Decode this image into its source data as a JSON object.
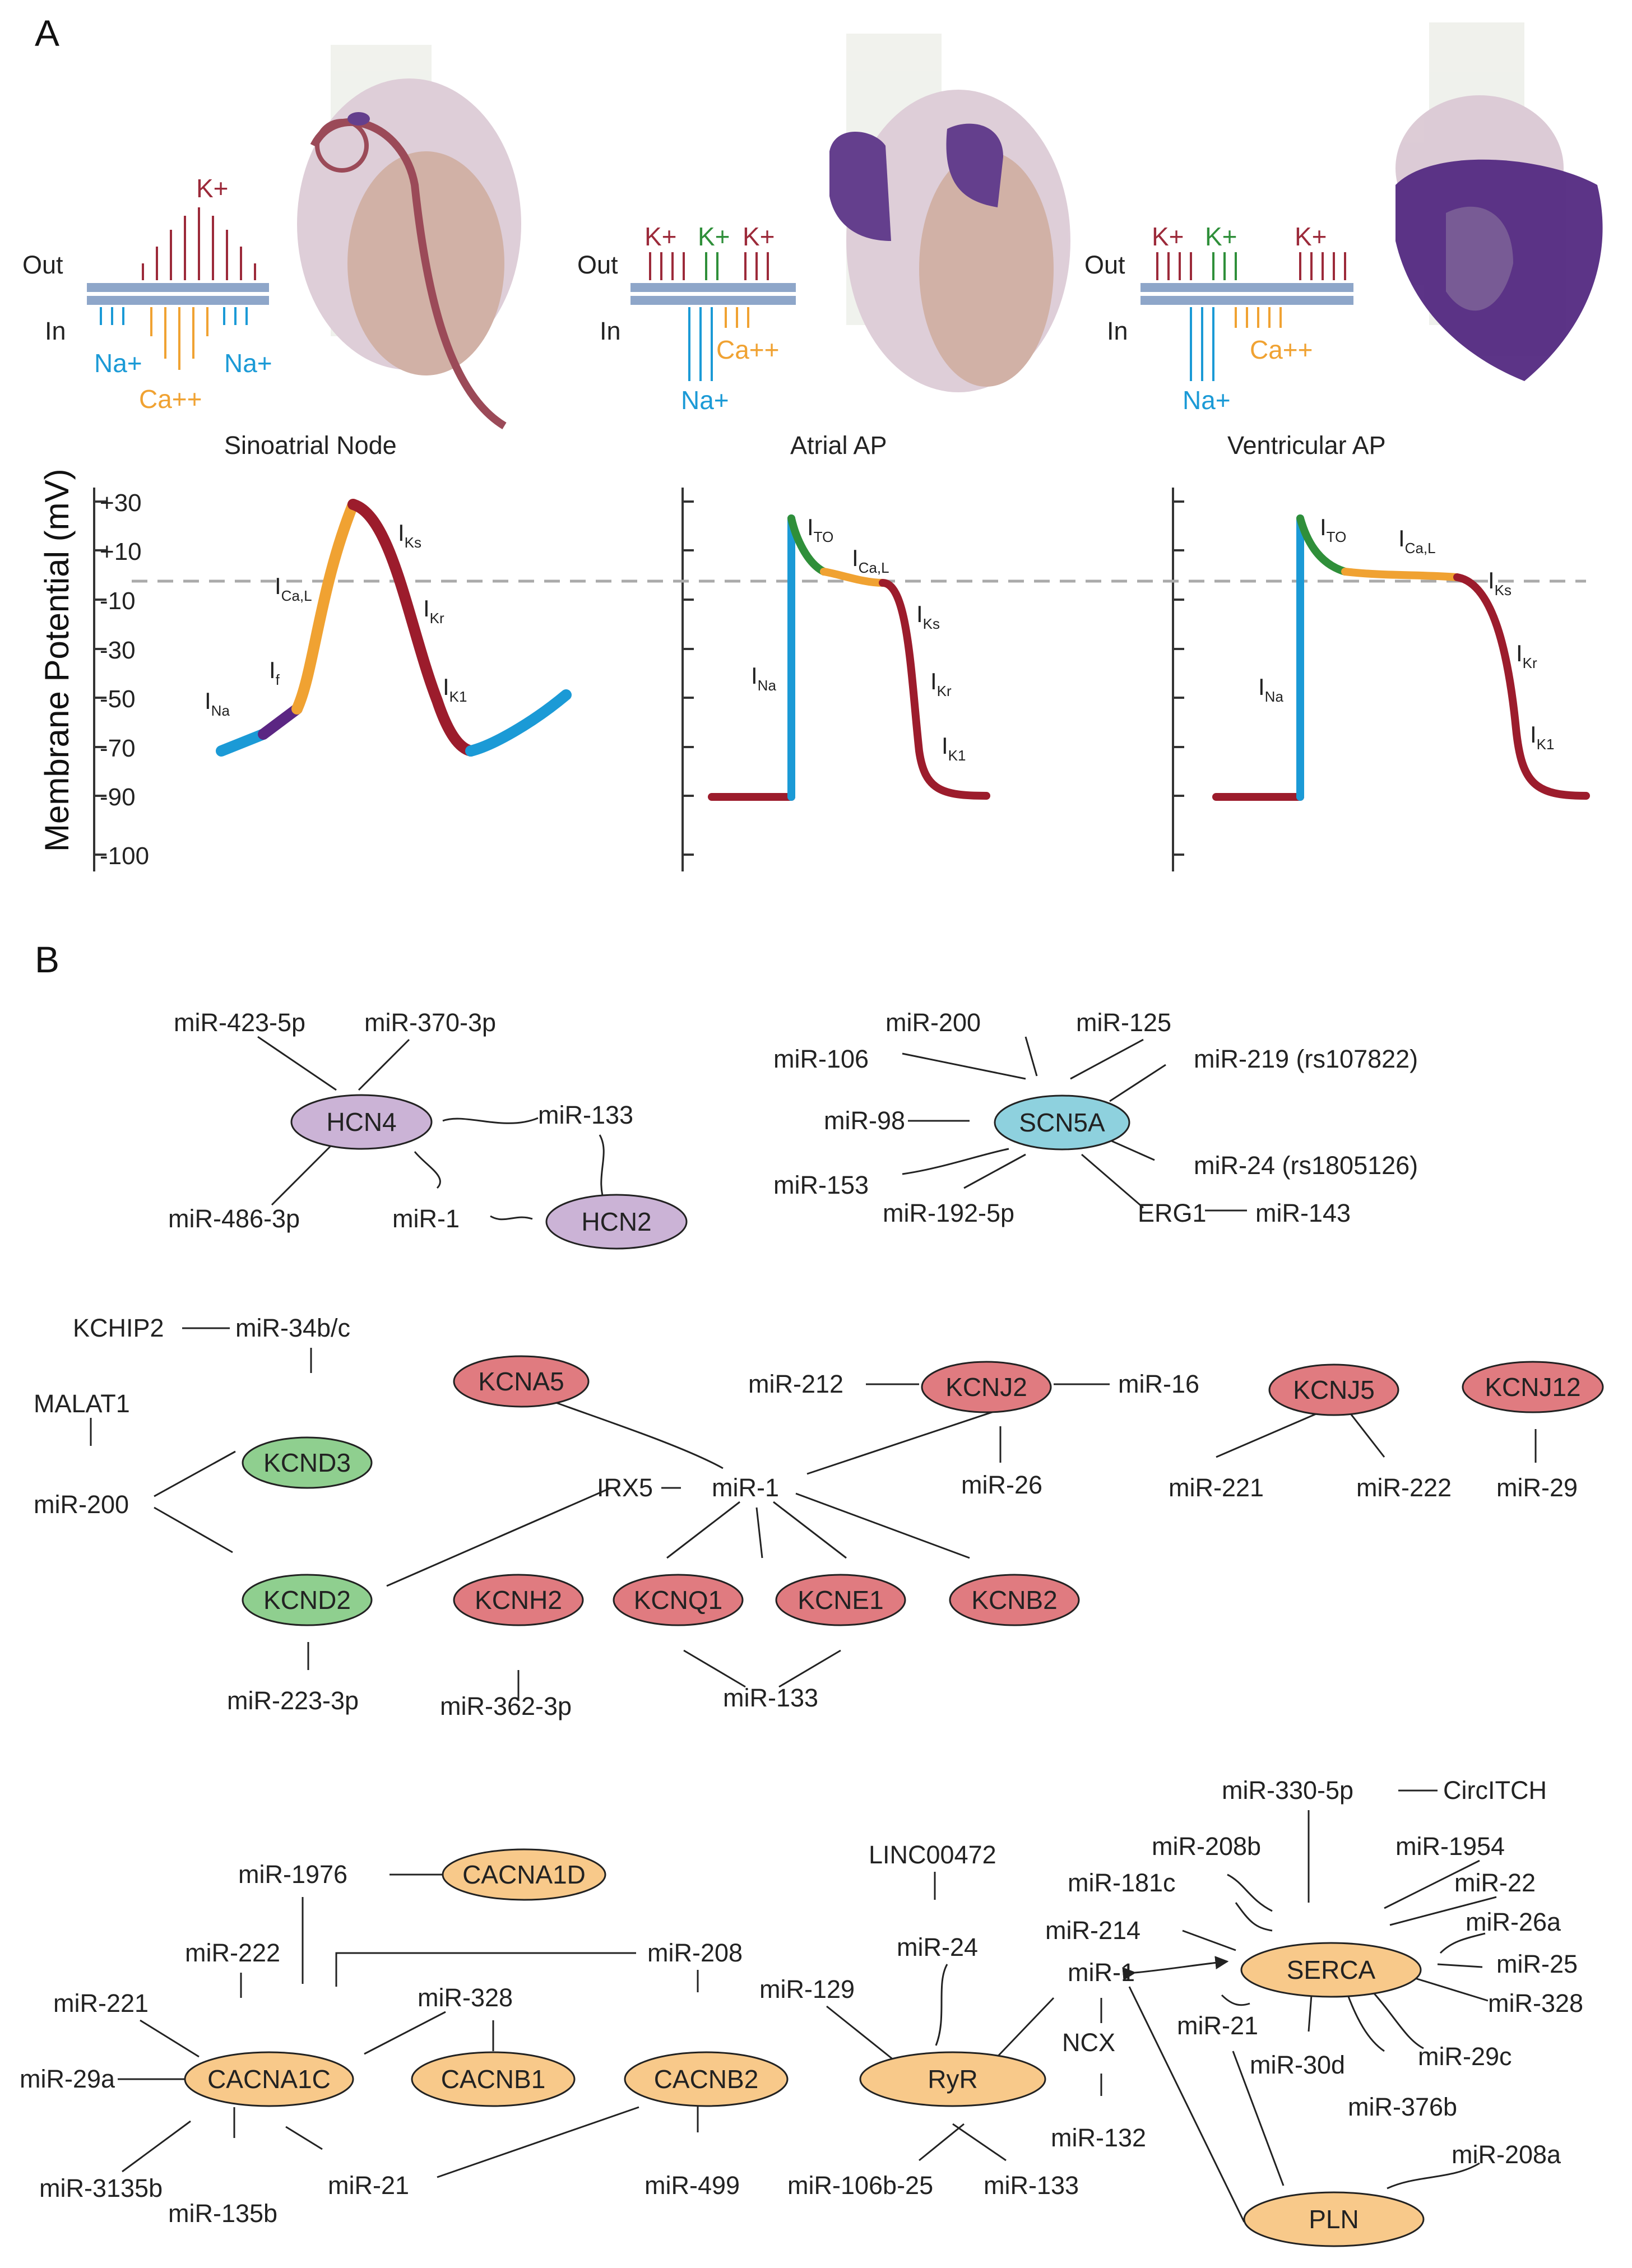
{
  "panel_a": {
    "label": "A",
    "out_label": "Out",
    "in_label": "In",
    "cells": [
      {
        "title": "Sinoatrial Node",
        "ions": [
          "K+",
          "Na+",
          "Na+",
          "Ca++"
        ]
      },
      {
        "title": "Atrial AP",
        "ions": [
          "K+",
          "K+",
          "K+",
          "Ca++",
          "Na+"
        ]
      },
      {
        "title": "Ventricular AP",
        "ions": [
          "K+",
          "K+",
          "K+",
          "Ca++",
          "Na+"
        ]
      }
    ],
    "y_axis_label": "Membrane Potential (mV)",
    "y_ticks": [
      "+30",
      "+10",
      "-10",
      "-30",
      "-50",
      "-70",
      "-90",
      "-100"
    ],
    "currents": {
      "sa": [
        "I",
        "Na",
        "I",
        "f",
        "I",
        "Ca,L",
        "I",
        "Ks",
        "I",
        "Kr",
        "I",
        "K1"
      ],
      "atrial": [
        "I",
        "TO",
        "I",
        "Ca,L",
        "I",
        "Na",
        "I",
        "Ks",
        "I",
        "Kr",
        "I",
        "K1"
      ],
      "ventricular": [
        "I",
        "TO",
        "I",
        "Ca,L",
        "I",
        "Na",
        "I",
        "Ks",
        "I",
        "Kr",
        "I",
        "K1"
      ]
    }
  },
  "panel_b": {
    "label": "B",
    "nodes": {
      "hcn4": "HCN4",
      "hcn2": "HCN2",
      "scn5a": "SCN5A",
      "kcna5": "KCNA5",
      "kcnj2": "KCNJ2",
      "kcnj5": "KCNJ5",
      "kcnj12": "KCNJ12",
      "kcnd3": "KCND3",
      "kcnd2": "KCND2",
      "kcnh2": "KCNH2",
      "kcnq1": "KCNQ1",
      "kcne1": "KCNE1",
      "kcnb2": "KCNB2",
      "cacna1d": "CACNA1D",
      "cacna1c": "CACNA1C",
      "cacnb1": "CACNB1",
      "cacnb2": "CACNB2",
      "ryr": "RyR",
      "serca": "SERCA",
      "pln": "PLN"
    },
    "regulators": {
      "mir_423_5p": "miR-423-5p",
      "mir_370_3p": "miR-370-3p",
      "mir_133_a": "miR-133",
      "mir_486_3p": "miR-486-3p",
      "mir_1_a": "miR-1",
      "mir_200_a": "miR-200",
      "mir_125": "miR-125",
      "mir_106": "miR-106",
      "mir_219": "miR-219 (rs107822)",
      "mir_98": "miR-98",
      "mir_153": "miR-153",
      "mir_24_rs": "miR-24 (rs1805126)",
      "mir_192_5p": "miR-192-5p",
      "erg1": "ERG1",
      "mir_143": "miR-143",
      "kchip2": "KCHIP2",
      "mir_34bc": "miR-34b/c",
      "malat1": "MALAT1",
      "mir_200_b": "miR-200",
      "irx5": "IRX5",
      "mir_1_b": "miR-1",
      "mir_212": "miR-212",
      "mir_16": "miR-16",
      "mir_26": "miR-26",
      "mir_221_a": "miR-221",
      "mir_222_a": "miR-222",
      "mir_29": "miR-29",
      "mir_223_3p": "miR-223-3p",
      "mir_362_3p": "miR-362-3p",
      "mir_133_b": "miR-133",
      "mir_1976": "miR-1976",
      "mir_222_b": "miR-222",
      "mir_221_b": "miR-221",
      "mir_29a": "miR-29a",
      "mir_328_a": "miR-328",
      "mir_208": "miR-208",
      "mir_3135b": "miR-3135b",
      "mir_135b": "miR-135b",
      "mir_21_a": "miR-21",
      "mir_499": "miR-499",
      "linc00472": "LINC00472",
      "mir_24": "miR-24",
      "mir_129": "miR-129",
      "mir_106b_25": "miR-106b-25",
      "mir_133_c": "miR-133",
      "mir_330_5p": "miR-330-5p",
      "circitch": "CircITCH",
      "mir_208b": "miR-208b",
      "mir_1954": "miR-1954",
      "mir_181c": "miR-181c",
      "mir_22": "miR-22",
      "mir_214": "miR-214",
      "mir_26a": "miR-26a",
      "mir_1_c": "miR-1",
      "mir_25": "miR-25",
      "mir_328_b": "miR-328",
      "ncx": "NCX",
      "mir_21_b": "miR-21",
      "mir_30d": "miR-30d",
      "mir_29c": "miR-29c",
      "mir_376b": "miR-376b",
      "mir_132": "miR-132",
      "mir_208a": "miR-208a"
    }
  }
}
